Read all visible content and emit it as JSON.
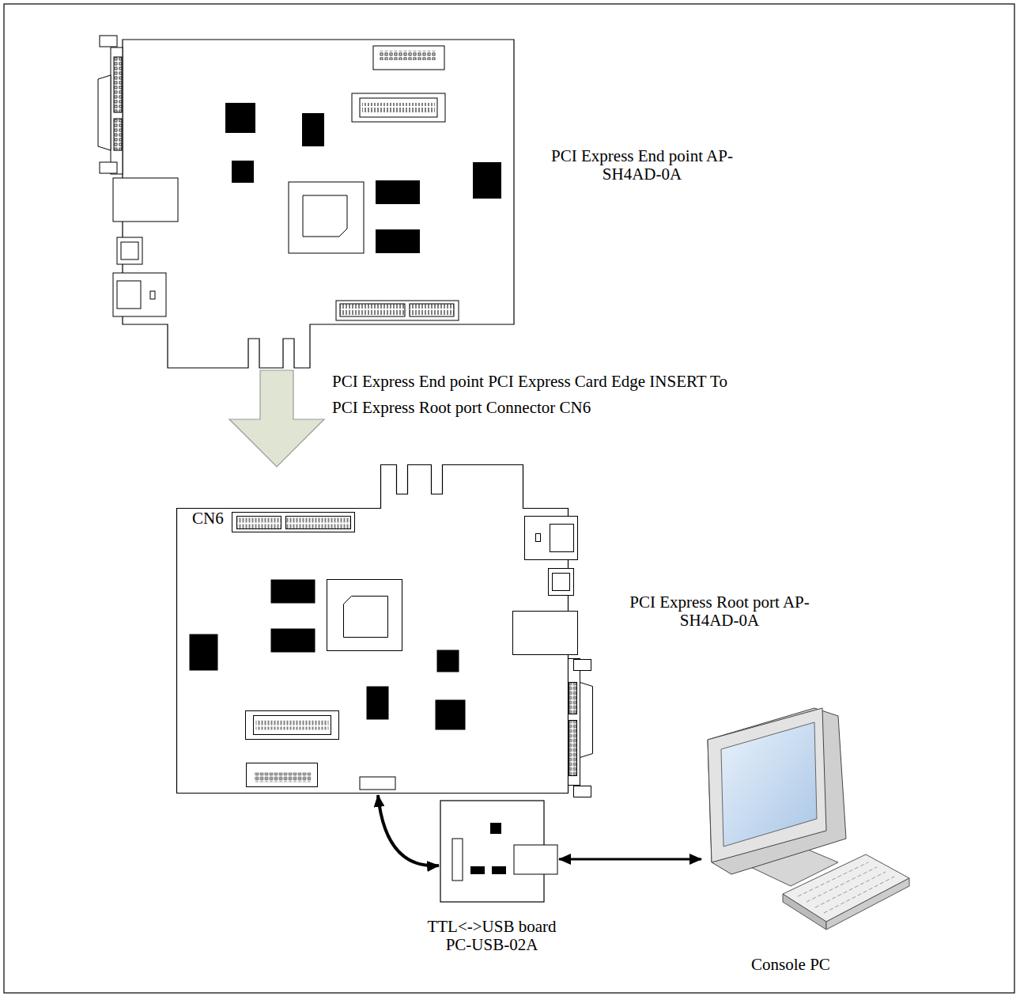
{
  "diagram": {
    "nodes": [
      {
        "text": [
          "PCI Express End point AP-SH4AD-0A"
        ]
      },
      {
        "text": [
          "CN6",
          "PCI Express Root port AP-SH4AD-0A"
        ]
      },
      {
        "text": [
          "TTL<->USB board PC-USB-02A"
        ]
      },
      {
        "text": [
          "Console PC"
        ]
      }
    ],
    "edges": [
      {
        "from": 0,
        "to": 1,
        "arrow": "to",
        "label": "PCI Express End point PCI Express Card Edge INSERT To PCI Express Root port Connector CN6"
      },
      {
        "from": 1,
        "to": 2,
        "arrow": "both"
      },
      {
        "from": 2,
        "to": 3,
        "arrow": "both"
      }
    ]
  }
}
